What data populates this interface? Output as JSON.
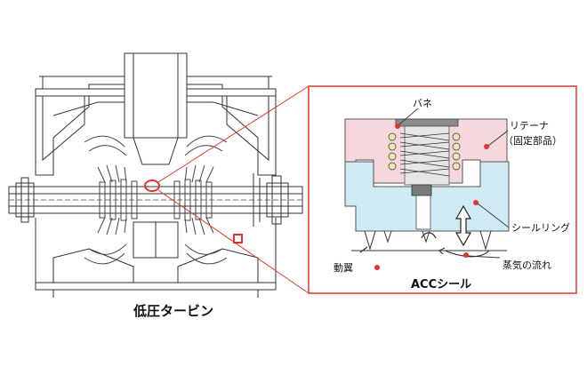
{
  "labels": {
    "turbine_caption": "低圧タービン",
    "seal_caption": "ACCシール",
    "spring": "バネ",
    "retainer_line1": "リテーナ",
    "retainer_line2": "（固定部品）",
    "seal_ring": "シールリング",
    "steam_flow": "蒸気の流れ",
    "blade": "動翼"
  },
  "colors": {
    "callout_red": "#e0352b",
    "retainer_pink": "#f6d8dc",
    "seal_ring_blue": "#cfeaf5",
    "shaft_gray": "#6b6b6b",
    "spring_coil_yellow": "#efe6b0"
  }
}
